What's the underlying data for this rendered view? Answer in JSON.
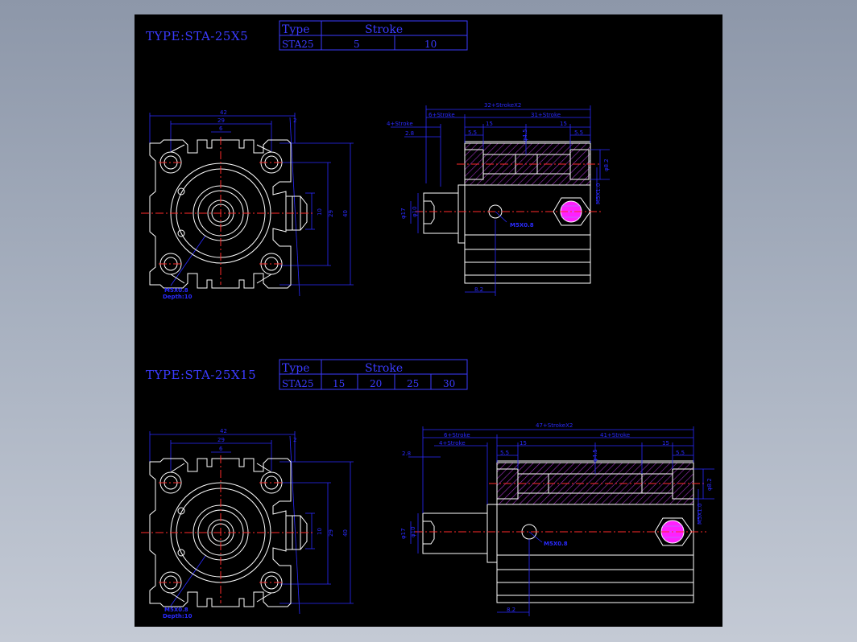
{
  "colors": {
    "background": "#000000",
    "outline": "#ffffff",
    "dimension": "#2a2aff",
    "centerline": "#ff2a2a",
    "hatch": "#a030c0",
    "port_fill": "#ff20ff",
    "window_bg": "#9aa4b5"
  },
  "drawings": [
    {
      "title": "TYPE:STA-25X5",
      "table": {
        "header_type": "Type",
        "header_stroke": "Stroke",
        "type_value": "STA25",
        "strokes": [
          "5",
          "10"
        ]
      },
      "front_dims": {
        "width_total": "42",
        "pitch": "29",
        "key": "6",
        "offset": "2",
        "port": "10",
        "height_pitch": "29",
        "height_total": "40"
      },
      "front_labels": {
        "thread": "M5X0.8",
        "depth": "Depth:10"
      },
      "side_dims": {
        "total": "32+StrokeX2",
        "rod_ext": "6+Stroke",
        "rod_ext2": "4+Stroke",
        "body": "31+Stroke",
        "a": "2.8",
        "b": "5.5",
        "c": "15",
        "d": "15",
        "e": "5.5",
        "f": "φ4.5",
        "g": "φ8.2",
        "port_thread": "M5X0.8",
        "rod_dia": "φ17",
        "rod_inner": "φ10",
        "bottom": "8.2",
        "side_thread": "M5X1.0"
      }
    },
    {
      "title": "TYPE:STA-25X15",
      "table": {
        "header_type": "Type",
        "header_stroke": "Stroke",
        "type_value": "STA25",
        "strokes": [
          "15",
          "20",
          "25",
          "30"
        ]
      },
      "front_dims": {
        "width_total": "42",
        "pitch": "29",
        "key": "6",
        "offset": "2",
        "port": "10",
        "height_pitch": "29",
        "height_total": "40"
      },
      "front_labels": {
        "thread": "M5X0.8",
        "depth": "Depth:10"
      },
      "side_dims": {
        "total": "47+StrokeX2",
        "rod_ext": "6+Stroke",
        "rod_ext2": "4+Stroke",
        "body": "41+Stroke",
        "a": "2.8",
        "b": "5.5",
        "c": "15",
        "d": "15",
        "e": "5.5",
        "f": "φ4.5",
        "g": "φ8.2",
        "port_thread": "M5X0.8",
        "rod_dia": "φ17",
        "rod_inner": "φ10",
        "bottom": "8.2",
        "side_thread": "M5X1.0"
      }
    }
  ]
}
